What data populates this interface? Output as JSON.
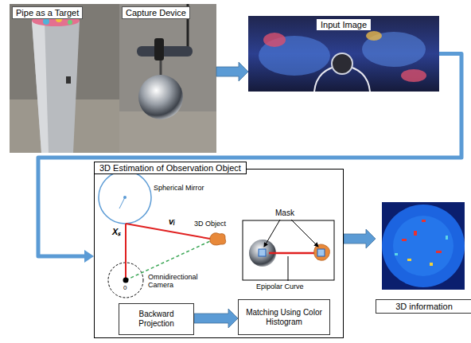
{
  "diagram": {
    "nodes": [
      {
        "text": [
          "Pipe as a Target"
        ]
      },
      {
        "text": [
          "Capture Device"
        ]
      },
      {
        "text": [
          "Input Image"
        ]
      },
      {
        "text": [
          "3D Estimation of Observation Object"
        ]
      },
      {
        "text": [
          "Backward Projection"
        ],
        "in": 3
      },
      {
        "text": [
          "Matching Using Color Histogram"
        ],
        "in": 3
      },
      {
        "text": [
          "3D information"
        ]
      }
    ],
    "edges": [
      {
        "from": 1,
        "to": 2,
        "arrow": "to"
      },
      {
        "from": 2,
        "to": 3,
        "arrow": "to"
      },
      {
        "from": 4,
        "to": 5,
        "arrow": "to"
      },
      {
        "from": 3,
        "to": 6,
        "arrow": "to"
      }
    ],
    "labels": [
      "Spherical Mirror",
      "Xₛ",
      "vᵢ",
      "3D Object",
      "Omnidirectional Camera",
      "0",
      "Mask",
      "Epipolar Curve"
    ]
  }
}
